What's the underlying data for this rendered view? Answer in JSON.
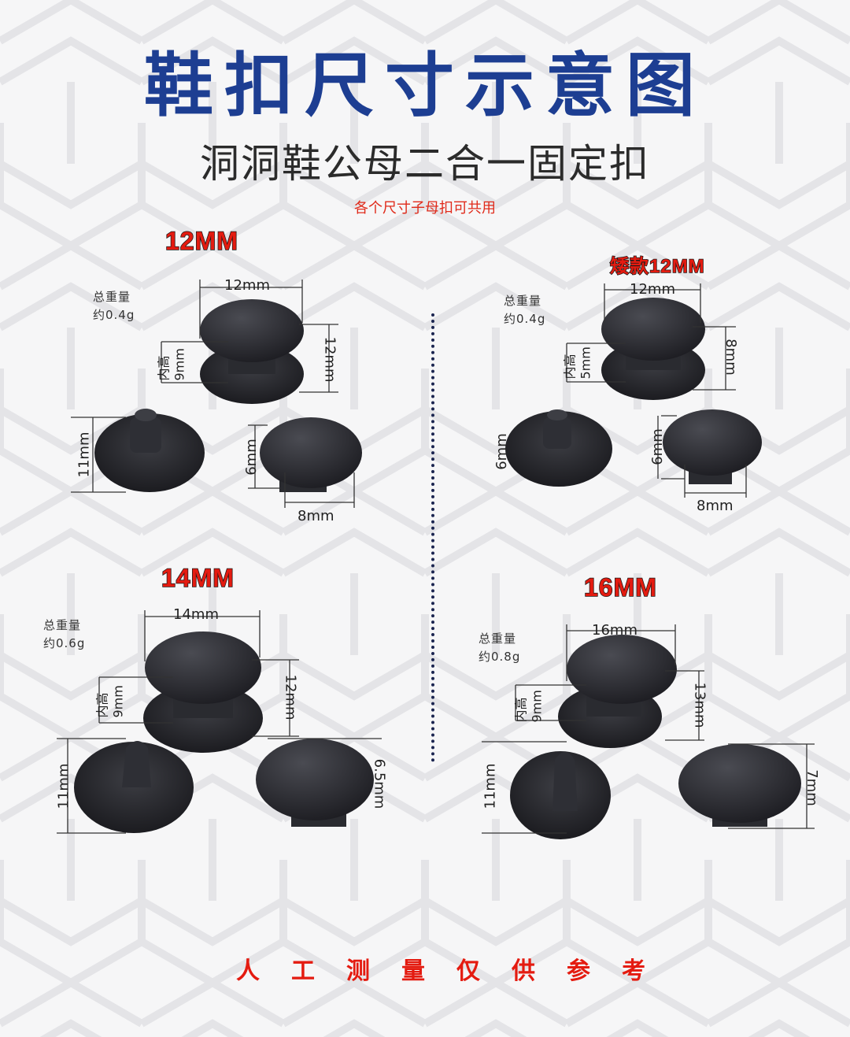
{
  "title": "鞋扣尺寸示意图",
  "subtitle": "洞洞鞋公母二合一固定扣",
  "note": "各个尺寸子母扣可共用",
  "footer": "人工测量仅供参考",
  "colors": {
    "title": "#1d3e92",
    "accent": "#e41b10",
    "button": "#2a2b30"
  },
  "sections": {
    "s12": {
      "heading": "12MM",
      "weight_label": "总重量",
      "weight_value": "约0.4g",
      "cap_width": "12mm",
      "inner_height_label": "内高",
      "inner_height": "9mm",
      "total_height": "12mm",
      "stud_height": "11mm",
      "cap_height": "6mm",
      "stem_width": "8mm"
    },
    "s12short": {
      "heading": "矮款12MM",
      "weight_label": "总重量",
      "weight_value": "约0.4g",
      "cap_width": "12mm",
      "inner_height_label": "内高",
      "inner_height": "5mm",
      "total_height": "8mm",
      "stud_height": "6mm",
      "cap_height": "6mm",
      "stem_width": "8mm"
    },
    "s14": {
      "heading": "14MM",
      "weight_label": "总重量",
      "weight_value": "约0.6g",
      "cap_width": "14mm",
      "inner_height_label": "内高",
      "inner_height": "9mm",
      "total_height": "12mm",
      "stud_height": "11mm",
      "cap_height": "6.5mm"
    },
    "s16": {
      "heading": "16MM",
      "weight_label": "总重量",
      "weight_value": "约0.8g",
      "cap_width": "16mm",
      "inner_height_label": "内高",
      "inner_height": "9mm",
      "total_height": "13mm",
      "stud_height": "11mm",
      "cap_height": "7mm"
    }
  }
}
